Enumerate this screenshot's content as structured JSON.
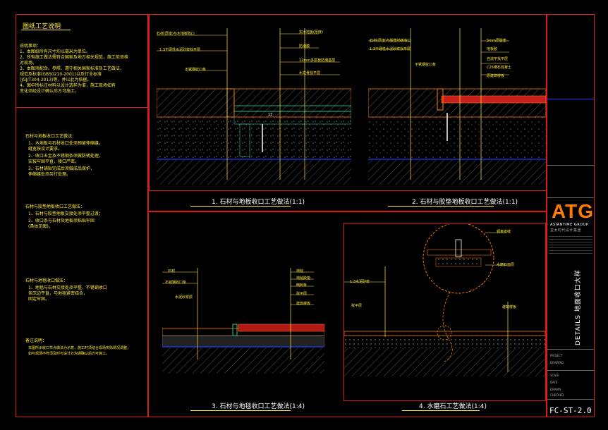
{
  "notes": {
    "title": "图纸工艺说明",
    "general": [
      "说明事项：",
      "1、本图纸所有尺寸均以毫米为单位。",
      "2、所有施工做法需符合国家及地方相关规范，施工前须核",
      "   对现场。",
      "3、本图须配合、参照、遵守相关国家标准及工艺做法，",
      "   规范及标准(GB50210-2001)以及行业标准",
      "   (JGJ/T304-2013)等，并以此为依据。",
      "4、图中所标注材料以设计选样为准，施工现场如有",
      "   变化须经设计确认后方可施工。"
    ],
    "section1_title": "石材与地板收口工艺做法：",
    "section1": [
      "1、木地板与石材收口处须预留伸缩缝，",
      "   缝宽按设计要求。",
      "2、收口五金及不锈钢条须做防锈处理，",
      "   安装牢固平直，接口严密。",
      "3、石材铺贴完成后须做成品保护，",
      "   伸缩缝处须另行处理。"
    ],
    "section2_title": "石材与胶垫地板收口工艺做法：",
    "section2": [
      "1、石材与胶垫地板交接处须平整过渡；",
      "2、收口条与石材及地板须粘贴牢固",
      "   (具体见图)。"
    ],
    "section3_title": "石材与地毯收口做法：",
    "section3": [
      "1、地毯与石材交接处须平整，不锈钢收口",
      "   条压边平直，与地毯紧密结合，",
      "   固定牢固。"
    ],
    "section4_title": "备注说明：",
    "section4": [
      "本图所示收口节点做法为示意，施工时须结合现场实际情况调整，",
      "如与现场不符须及时与设计方沟通确认后方可施工。"
    ]
  },
  "details": {
    "d1": {
      "caption": "1. 石材与地板收口工艺做法(1:1)",
      "labels_left": [
        "石材(厚度)与木地板收口",
        "1:3干硬性水泥砂浆找平层",
        "不锈钢收口条"
      ],
      "labels_right": [
        "实木地板(厚度)",
        "防潮膜",
        "12mm多层板防潮基层",
        "木龙骨找平层"
      ],
      "dim": "12"
    },
    "d2": {
      "caption": "2. 石材与胶垫地板收口工艺做法(1:1)",
      "labels_left": [
        "石材(厚度)与胶垫地板收口",
        "1:3干硬性水泥砂浆找平层",
        "不锈钢收口条"
      ],
      "labels_right": [
        "5mm厚胶垫",
        "地板胶",
        "自流平找平层",
        "C25细石混凝土",
        "原建筑楼板"
      ]
    },
    "d3": {
      "caption": "3. 石材与地毯收口工艺做法(1:4)",
      "labels_left": [
        "石材",
        "不锈钢收口条",
        "水泥砂浆层"
      ],
      "labels_right": [
        "地毯",
        "地毯胶垫",
        "倒刺条",
        "找平层",
        "建筑楼板"
      ]
    },
    "d4": {
      "caption": "4. 水磨石工艺做法(1:4)",
      "labels": [
        "铜条嵌缝",
        "水磨石面层",
        "1:3水泥砂浆",
        "找平层",
        "建筑楼板"
      ]
    }
  },
  "title_block": {
    "logo": "ATG",
    "logo_sub": "ASIANTIME GROUP",
    "logo_sub2": "亚太时代设计集团",
    "project_vertical": "DETAILS 地面收口大样",
    "sheet_number": "FC-ST-2.0",
    "rows": [
      "PROJECT",
      "DRAWING",
      "SCALE",
      "DATE",
      "DRAWN",
      "CHECKED"
    ]
  },
  "colors": {
    "frame": "#d81b1b",
    "text": "#ffeb3b",
    "blue": "#1e3cff",
    "orange": "#ff7a00",
    "green": "#33c8a0"
  }
}
